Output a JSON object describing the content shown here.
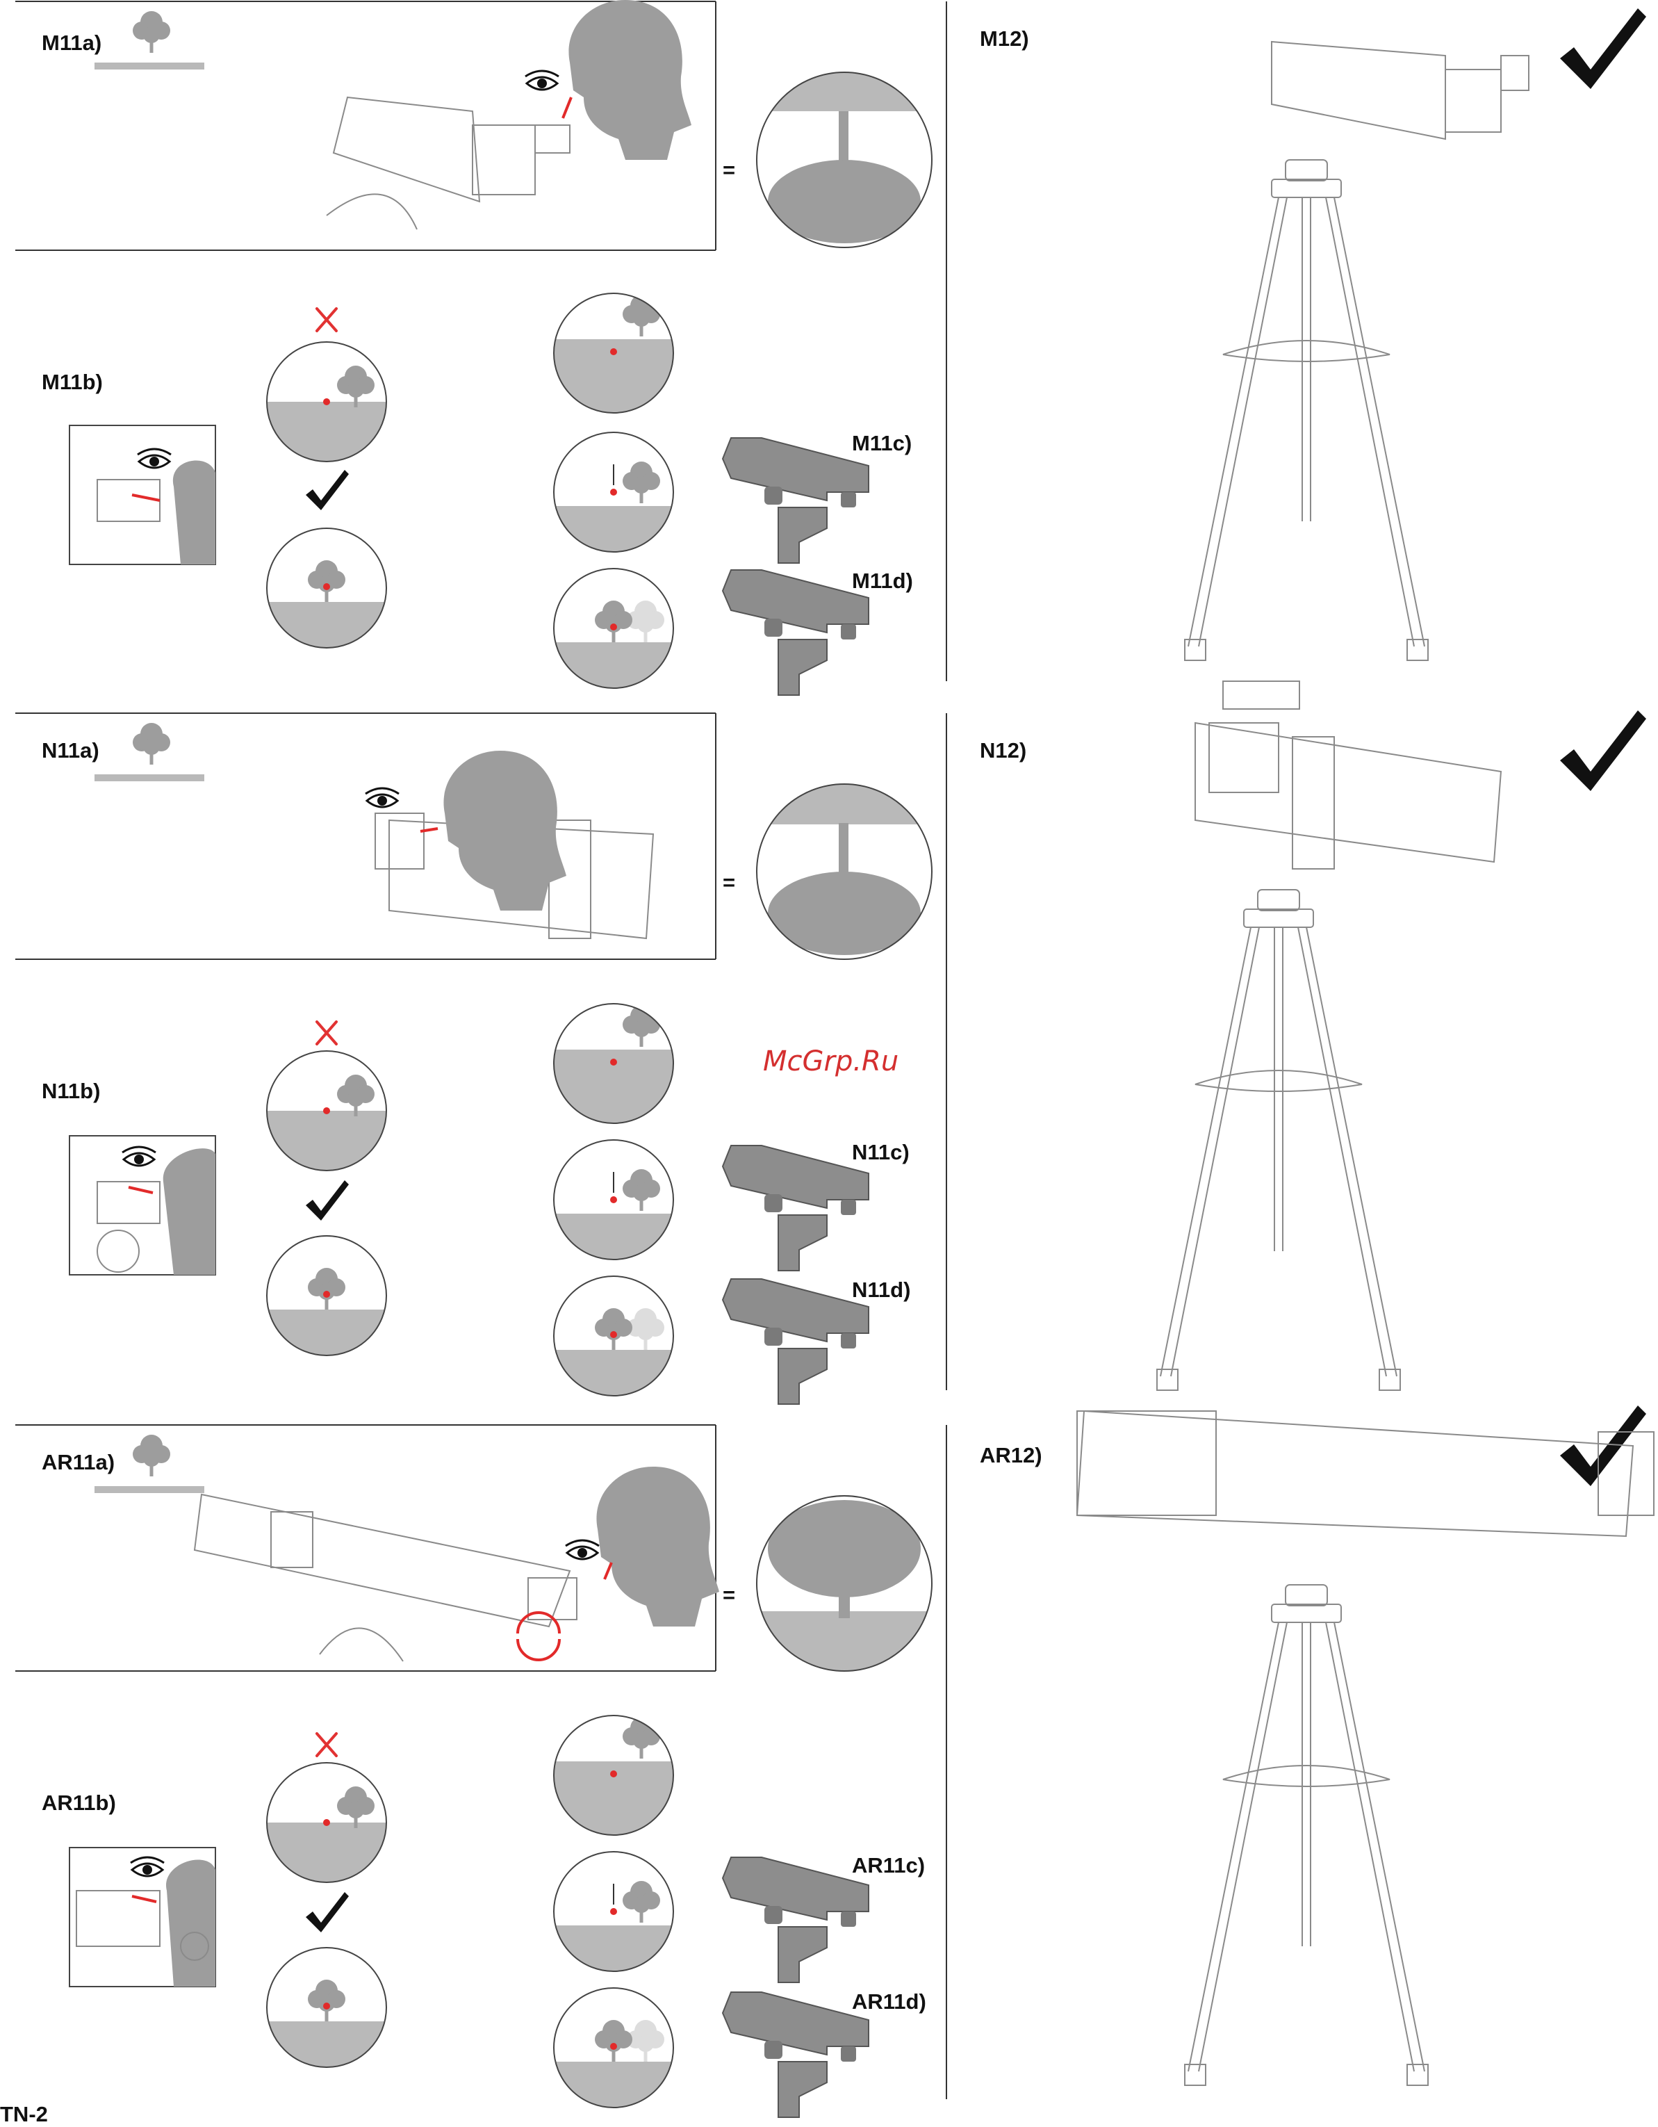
{
  "labels": {
    "m11a": "M11a)",
    "m11b": "M11b)",
    "m11c": "M11c)",
    "m11d": "M11d)",
    "m12": "M12)",
    "n11a": "N11a)",
    "n11b": "N11b)",
    "n11c": "N11c)",
    "n11d": "N11d)",
    "n12": "N12)",
    "ar11a": "AR11a)",
    "ar11b": "AR11b)",
    "ar11c": "AR11c)",
    "ar11d": "AR11d)",
    "ar12": "AR12)",
    "page_number": "TN-2"
  },
  "symbols": {
    "equals": "="
  },
  "watermark": "McGrp.Ru",
  "colors": {
    "accent_red": "#e22a2a",
    "silhouette_gray": "#9d9d9d",
    "ground_gray": "#b9b9b9"
  },
  "icons": [
    "tree-icon",
    "eye-icon",
    "head-silhouette-icon",
    "telescope-icon",
    "checkmark-icon",
    "x-mark-icon",
    "red-dot-finder-icon",
    "tripod-icon"
  ]
}
